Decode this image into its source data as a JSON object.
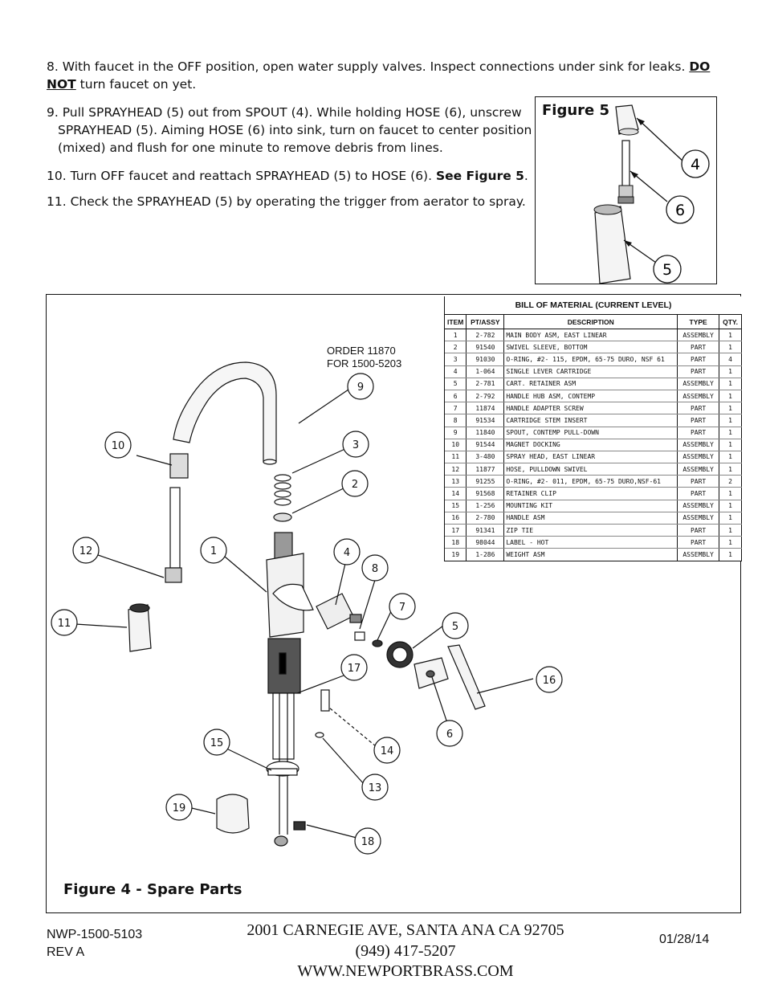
{
  "steps": {
    "s8_text": "8.  With faucet in the OFF position, open water supply valves. Inspect connections under sink for leaks.",
    "s8_bold": "DO NOT",
    "s8_tail": "turn faucet on yet.",
    "s9_line1": "9. Pull SPRAYHEAD (5) out from SPOUT (4). While holding HOSE (6), unscrew",
    "s9_line2": "SPRAYHEAD (5).  Aiming HOSE (6) into sink, turn on faucet to center position",
    "s9_line3": "(mixed) and flush for one minute to remove debris from lines.",
    "s10_text": "10.  Turn OFF faucet and reattach SPRAYHEAD (5) to HOSE (6).",
    "s10_bold": "See Figure 5",
    "s10_end": ".",
    "s11_text": "11. Check the SPRAYHEAD (5) by operating the trigger from aerator to spray."
  },
  "figure5": {
    "title": "Figure 5",
    "callouts": [
      "4",
      "6",
      "5"
    ]
  },
  "figure4": {
    "caption": "Figure 4 - Spare Parts",
    "order_note_line1": "ORDER 11870",
    "order_note_line2": "FOR 1500-5203",
    "callouts": [
      "1",
      "2",
      "3",
      "4",
      "5",
      "6",
      "7",
      "8",
      "9",
      "10",
      "11",
      "12",
      "13",
      "14",
      "15",
      "16",
      "17",
      "18",
      "19"
    ]
  },
  "bom": {
    "title": "BILL  OF  MATERIAL  (CURRENT  LEVEL)",
    "headers": [
      "ITEM",
      "PT/ASSY",
      "DESCRIPTION",
      "TYPE",
      "QTY."
    ],
    "rows": [
      [
        "1",
        "2-782",
        "MAIN BODY ASM, EAST LINEAR",
        "ASSEMBLY",
        "1"
      ],
      [
        "2",
        "91540",
        "SWIVEL SLEEVE, BOTTOM",
        "PART",
        "1"
      ],
      [
        "3",
        "91030",
        "O-RING, #2- 115, EPDM, 65-75 DURO, NSF 61",
        "PART",
        "4"
      ],
      [
        "4",
        "1-064",
        "SINGLE LEVER CARTRIDGE",
        "PART",
        "1"
      ],
      [
        "5",
        "2-781",
        "CART. RETAINER ASM",
        "ASSEMBLY",
        "1"
      ],
      [
        "6",
        "2-792",
        "HANDLE HUB ASM, CONTEMP",
        "ASSEMBLY",
        "1"
      ],
      [
        "7",
        "11874",
        "HANDLE ADAPTER SCREW",
        "PART",
        "1"
      ],
      [
        "8",
        "91534",
        "CARTRIDGE STEM INSERT",
        "PART",
        "1"
      ],
      [
        "9",
        "11840",
        "SPOUT, CONTEMP PULL-DOWN",
        "PART",
        "1"
      ],
      [
        "10",
        "91544",
        "MAGNET DOCKING",
        "ASSEMBLY",
        "1"
      ],
      [
        "11",
        "3-480",
        "SPRAY HEAD, EAST LINEAR",
        "ASSEMBLY",
        "1"
      ],
      [
        "12",
        "11877",
        "HOSE, PULLDOWN SWIVEL",
        "ASSEMBLY",
        "1"
      ],
      [
        "13",
        "91255",
        "O-RING, #2- 011, EPDM, 65-75 DURO,NSF-61",
        "PART",
        "2"
      ],
      [
        "14",
        "91568",
        "RETAINER CLIP",
        "PART",
        "1"
      ],
      [
        "15",
        "1-256",
        "MOUNTING KIT",
        "ASSEMBLY",
        "1"
      ],
      [
        "16",
        "2-780",
        "HANDLE ASM",
        "ASSEMBLY",
        "1"
      ],
      [
        "17",
        "91341",
        "ZIP TIE",
        "PART",
        "1"
      ],
      [
        "18",
        "98044",
        "LABEL - HOT",
        "PART",
        "1"
      ],
      [
        "19",
        "1-286",
        "WEIGHT ASM",
        "ASSEMBLY",
        "1"
      ]
    ]
  },
  "footer": {
    "doc_number": "NWP-1500-5103",
    "revision": "REV A",
    "address": "2001 CARNEGIE AVE, SANTA ANA CA 92705",
    "phone": "(949) 417-5207",
    "website": "WWW.NEWPORTBRASS.COM",
    "date": "01/28/14"
  }
}
